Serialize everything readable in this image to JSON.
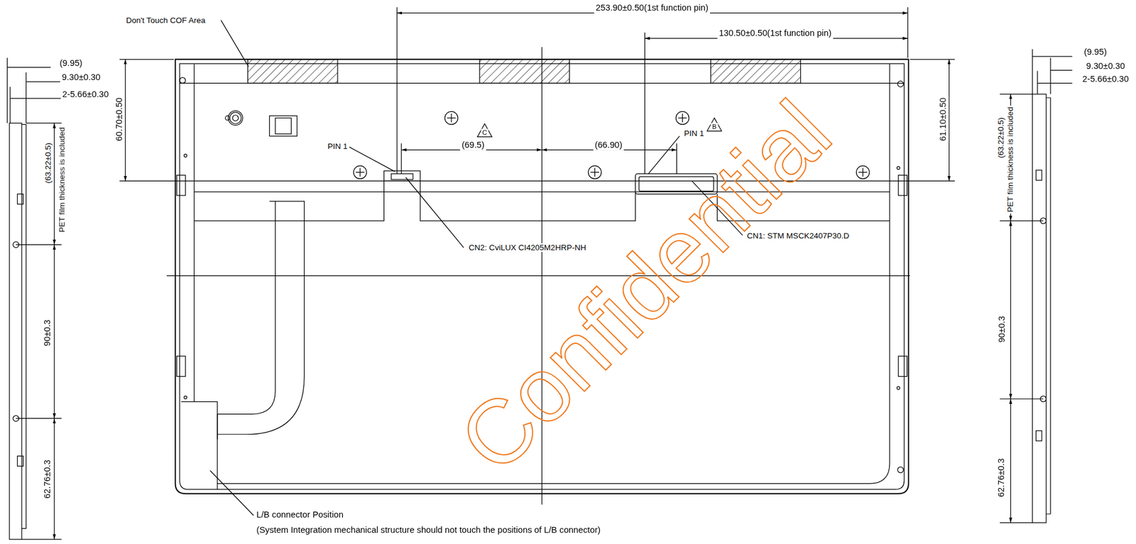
{
  "diagram": {
    "labels": [
      "Don't Touch COF Area",
      "253.90±0.50(1st function pin)",
      "130.50±0.50(1st function pin)",
      "60.70±0.50",
      "61.10±0.50",
      "PIN 1",
      "PIN 1",
      "(69.5)",
      "(66.90)",
      "C",
      "B",
      "CN2: CviLUX CI4205M2HRP-NH",
      "CN1: STM MSCK2407P30.D",
      "L/B connector Position",
      "(System Integration mechanical structure should not touch the positions of L/B connector)",
      "Confidential",
      "(9.95)",
      "9.30±0.30",
      "2-5.66±0.30",
      "(63.22±0.5)",
      "PET film thickness is included",
      "90±0.3",
      "62.76±0.3",
      "(9.95)",
      "9.30±0.30",
      "2-5.66±0.30",
      "(63.22±0.5)",
      "PET film thickness is included",
      "90±0.3",
      "62.76±0.3"
    ]
  }
}
